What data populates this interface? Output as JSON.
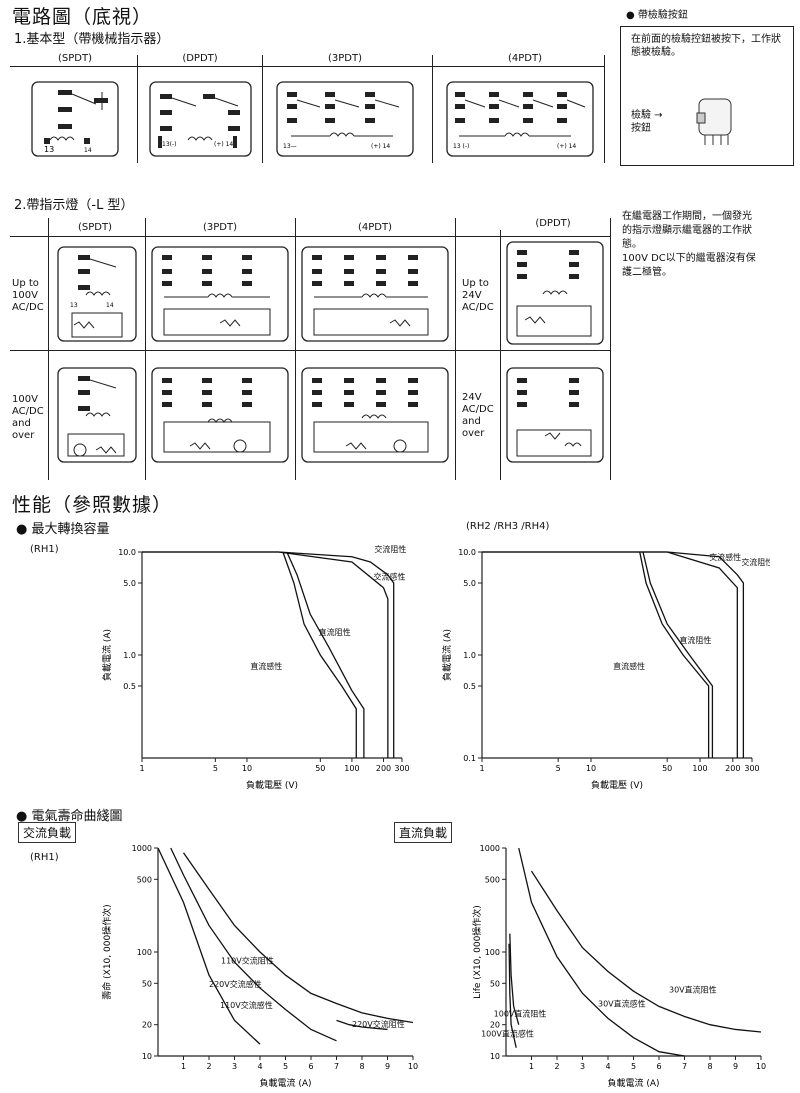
{
  "header": {
    "title": "電路圖（底視）",
    "section1": "1.基本型（帶機械指示器）",
    "section2": "2.帶指示燈（-L 型）",
    "check_btn_title": "帶檢驗按鈕",
    "check_btn_desc": "在前面的檢驗控鈕被按下，工作狀態被檢驗。",
    "check_btn_label": "檢驗按鈕",
    "check_btn_label1": "檢驗 →",
    "check_btn_label2": "按鈕"
  },
  "basic_types": [
    "(SPDT)",
    "(DPDT)",
    "(3PDT)",
    "(4PDT)"
  ],
  "lamp_types_top": [
    "(SPDT)",
    "(3PDT)",
    "(4PDT)",
    "(DPDT)"
  ],
  "lamp_rows": {
    "row1_left": [
      "Up to",
      "100V",
      "AC/DC"
    ],
    "row1_right": [
      "Up to",
      "24V",
      "AC/DC"
    ],
    "row2_left": [
      "100V",
      "AC/DC",
      "and",
      "over"
    ],
    "row2_right": [
      "24V",
      "AC/DC",
      "and",
      "over"
    ]
  },
  "lamp_note": {
    "line1": "在繼電器工作期間，一個發光",
    "line2": "的指示燈顯示繼電器的工作狀",
    "line3": "態。",
    "line4": "100V DC以下的繼電器沒有保",
    "line5": "護二極管。"
  },
  "perf": {
    "title": "性能（參照數據）",
    "max_cap": "最大轉換容量",
    "rh1": "(RH1)",
    "rh234": "(RH2 /RH3 /RH4)",
    "xlabel": "負載電壓 (V)",
    "ylabel": "負載電流 (A)",
    "life_title": "電氣壽命曲綫圖",
    "ac_load": "交流負載",
    "dc_load": "直流負載",
    "life_rh1": "(RH1)",
    "life_xlabel": "負載電流 (A)",
    "life_ylabel_left": "壽命 (X10, 000操作次)",
    "life_ylabel_right": "Life (X10, 000操作次)"
  },
  "chart_data": [
    {
      "type": "line",
      "title": "(RH1)",
      "xlabel": "負載電壓 (V)",
      "ylabel": "負載電流 (A)",
      "xscale": "log",
      "yscale": "log",
      "xlim": [
        1,
        300
      ],
      "ylim": [
        0.1,
        10
      ],
      "xticks": [
        "1",
        "5",
        "10",
        "50",
        "100",
        "200",
        "300"
      ],
      "yticks": [
        "10.0",
        "5.0",
        "1.0",
        "0.5"
      ],
      "series": [
        {
          "name": "交流阻性",
          "x": [
            1,
            20,
            100,
            150,
            220,
            250,
            250
          ],
          "y": [
            10,
            10,
            9,
            8,
            6,
            5,
            0.1
          ]
        },
        {
          "name": "交流感性",
          "x": [
            1,
            20,
            100,
            200,
            220,
            220
          ],
          "y": [
            10,
            10,
            8,
            4.5,
            3.5,
            0.1
          ]
        },
        {
          "name": "直流阻性",
          "x": [
            24,
            30,
            40,
            60,
            100,
            130,
            130
          ],
          "y": [
            10,
            6,
            2.5,
            1.2,
            0.45,
            0.3,
            0.1
          ]
        },
        {
          "name": "直流感性",
          "x": [
            22,
            28,
            35,
            50,
            80,
            110,
            110
          ],
          "y": [
            10,
            5,
            2,
            1,
            0.5,
            0.3,
            0.1
          ]
        }
      ]
    },
    {
      "type": "line",
      "title": "(RH2 /RH3 /RH4)",
      "xlabel": "負載電壓 (V)",
      "ylabel": "負載電流 (A)",
      "xscale": "log",
      "yscale": "log",
      "xlim": [
        1,
        300
      ],
      "ylim": [
        0.1,
        10
      ],
      "xticks": [
        "1",
        "5",
        "10",
        "50",
        "100",
        "200",
        "300"
      ],
      "yticks": [
        "10.0",
        "5.0",
        "1.0",
        "0.5",
        "0.1"
      ],
      "series": [
        {
          "name": "交流阻性",
          "x": [
            1,
            50,
            150,
            220,
            250,
            250
          ],
          "y": [
            10,
            10,
            9,
            6,
            5,
            0.1
          ]
        },
        {
          "name": "交流感性",
          "x": [
            1,
            50,
            150,
            220,
            220
          ],
          "y": [
            10,
            10,
            7,
            4.5,
            0.1
          ]
        },
        {
          "name": "直流阻性",
          "x": [
            30,
            35,
            50,
            80,
            130,
            130
          ],
          "y": [
            10,
            5,
            2,
            1,
            0.5,
            0.1
          ]
        },
        {
          "name": "直流感性",
          "x": [
            28,
            32,
            45,
            70,
            120,
            120
          ],
          "y": [
            10,
            5,
            2,
            1,
            0.5,
            0.1
          ]
        }
      ]
    },
    {
      "type": "line",
      "title": "交流負載",
      "xlabel": "負載電流 (A)",
      "ylabel": "壽命 (X10, 000操作次)",
      "yscale": "log",
      "xlim": [
        0,
        10
      ],
      "ylim": [
        10,
        1000
      ],
      "xticks": [
        "1",
        "2",
        "3",
        "4",
        "5",
        "6",
        "7",
        "8",
        "9",
        "10"
      ],
      "yticks": [
        "1000",
        "500",
        "100",
        "50",
        "20",
        "10"
      ],
      "series": [
        {
          "name": "110V交流阻性",
          "x": [
            1,
            2,
            3,
            4,
            5,
            6,
            7,
            8,
            9,
            10
          ],
          "y": [
            900,
            400,
            180,
            100,
            60,
            40,
            32,
            26,
            23,
            21
          ]
        },
        {
          "name": "110V交流感性",
          "x": [
            0.5,
            1,
            2,
            3,
            4,
            5,
            6,
            7
          ],
          "y": [
            1000,
            550,
            180,
            80,
            45,
            28,
            18,
            14
          ]
        },
        {
          "name": "220V交流感性",
          "x": [
            0,
            1,
            2,
            3,
            4
          ],
          "y": [
            1000,
            300,
            60,
            22,
            13
          ]
        },
        {
          "name": "220V交流阻性",
          "x": [
            7,
            7.5,
            8,
            9
          ],
          "y": [
            22,
            20,
            19,
            18
          ]
        }
      ]
    },
    {
      "type": "line",
      "title": "直流負載",
      "xlabel": "負載電流 (A)",
      "ylabel": "Life (X10, 000操作次)",
      "yscale": "log",
      "xlim": [
        0,
        10
      ],
      "ylim": [
        10,
        1000
      ],
      "xticks": [
        "1",
        "2",
        "3",
        "4",
        "5",
        "6",
        "7",
        "8",
        "9",
        "10"
      ],
      "yticks": [
        "1000",
        "500",
        "100",
        "50",
        "20",
        "10"
      ],
      "series": [
        {
          "name": "30V直流阻性",
          "x": [
            1,
            2,
            3,
            4,
            5,
            6,
            7,
            8,
            9,
            10
          ],
          "y": [
            600,
            250,
            110,
            65,
            42,
            30,
            24,
            20,
            18,
            17
          ]
        },
        {
          "name": "30V直流感性",
          "x": [
            0.5,
            1,
            2,
            3,
            4,
            5,
            6,
            7
          ],
          "y": [
            1000,
            300,
            90,
            40,
            23,
            15,
            11,
            10
          ]
        },
        {
          "name": "100V直流阻性",
          "x": [
            0.15,
            0.2,
            0.3,
            0.5
          ],
          "y": [
            150,
            60,
            30,
            20
          ]
        },
        {
          "name": "100V直流感性",
          "x": [
            0.12,
            0.15,
            0.2,
            0.4
          ],
          "y": [
            120,
            40,
            20,
            12
          ]
        }
      ]
    }
  ]
}
